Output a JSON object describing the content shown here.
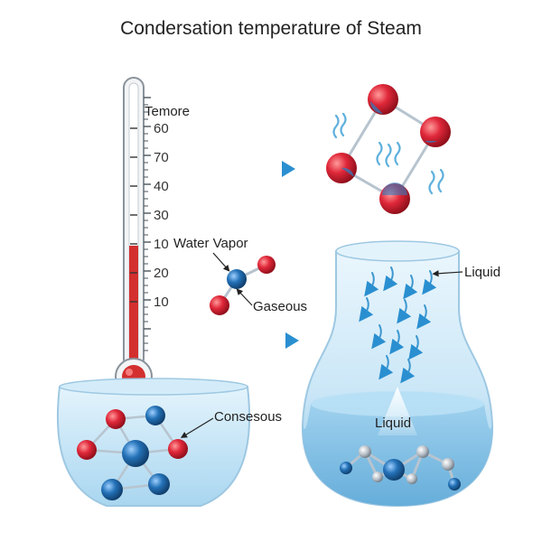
{
  "title": "Condersation temperature of Steam",
  "thermometer": {
    "header": "Temore",
    "tick_labels": [
      "60",
      "70",
      "40",
      "30",
      "10",
      "20",
      "10"
    ]
  },
  "labels": {
    "water_vapor": "Water Vapor",
    "gaseous": "Gaseous",
    "consesous": "Consesous",
    "liquid_top": "Liquid",
    "liquid_flask": "Liquid"
  },
  "colors": {
    "oxygen": "#d7263d",
    "hydrogen": "#1f6fb2",
    "arrow": "#2a8fd0",
    "mercury": "#d32f2f",
    "water": "#bfe3f7"
  }
}
